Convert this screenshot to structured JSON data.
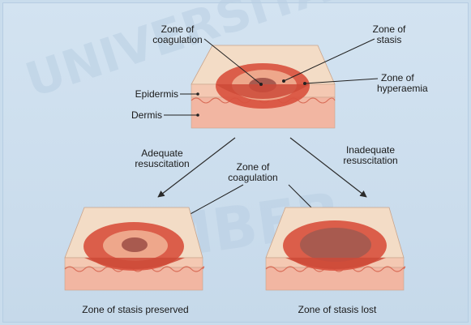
{
  "labels": {
    "zone_coagulation_top": [
      "Zone of",
      "coagulation"
    ],
    "zone_stasis": [
      "Zone of",
      "stasis"
    ],
    "zone_hyperaemia": [
      "Zone of",
      "hyperaemia"
    ],
    "epidermis": "Epidermis",
    "dermis": "Dermis",
    "adequate": [
      "Adequate",
      "resuscitation"
    ],
    "inadequate": [
      "Inadequate",
      "resuscitation"
    ],
    "zone_coagulation_mid": [
      "Zone of",
      "coagulation"
    ],
    "caption_left": "Zone of stasis preserved",
    "caption_right": "Zone of stasis lost"
  },
  "watermark": "UNIVERSITAS JEMBER",
  "colors": {
    "background": "#c9dcec",
    "skin_top": "#f3dcc6",
    "skin_side": "#f0b8a6",
    "dermis_side": "#f5c7b5",
    "hyperaemia": "#d9533f",
    "stasis": "#e9a58a",
    "coagulation": "#a85a4f"
  }
}
